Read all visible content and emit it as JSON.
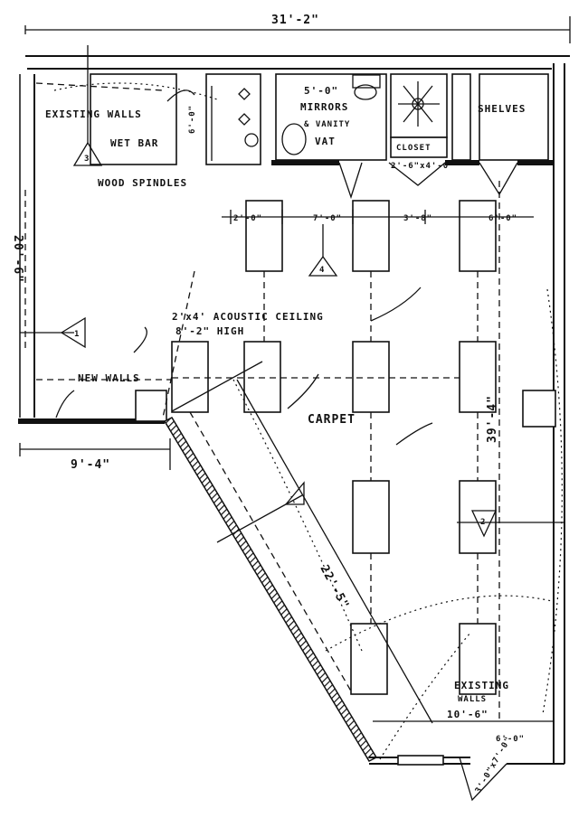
{
  "labels": {
    "overall_width": "31'-2\"",
    "existing_walls": "EXISTING WALLS",
    "wet_bar": "WET BAR",
    "wood_spindles": "WOOD SPINDLES",
    "mirrors_line1": "5'-0\"",
    "mirrors_line2": "MIRRORS",
    "mirrors_line3": "& VANITY",
    "vanity_label": "VAT",
    "closet": "CLOSET",
    "closet_size": "2'-6\"x4'-0\"",
    "shelves": "SHELVES",
    "shelf_dim": "6'-0\"",
    "ceiling_line1": "2'x4' ACOUSTIC CEILING",
    "ceiling_line2": "8'-2\" HIGH",
    "new_walls": "NEW WALLS",
    "carpet": "CARPET",
    "left_dim": "20'-6\"",
    "bottom_left_dim": "9'-4\"",
    "right_dim": "39'-4\"",
    "diagonal_dim": "22'-5\"",
    "existing_walls_bottom_1": "EXISTING",
    "existing_walls_bottom_2": "WALLS",
    "door_dim": "10'-6\"",
    "bottom_dim": "3'-0\"x7'-0\"",
    "dim_a": "2'-0\"",
    "dim_b": "7'-0\"",
    "dim_c": "3'-8\"",
    "dim_d": "6'-0\"",
    "small_note": "6'-0\"",
    "section_mark_3": "3",
    "section_mark_4": "4",
    "section_mark_1": "1",
    "section_mark_2": "2"
  }
}
